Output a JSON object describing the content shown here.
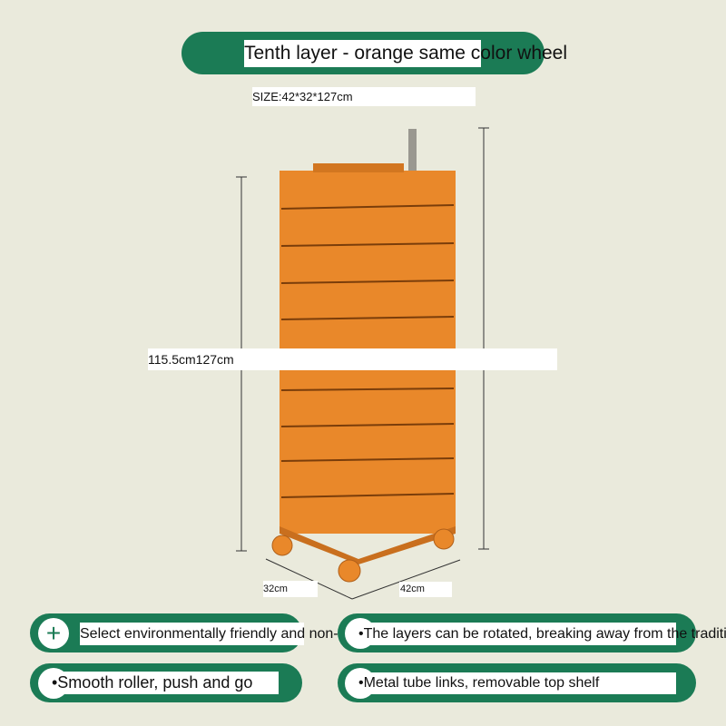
{
  "header": {
    "title": "Tenth layer - orange   same color wheel"
  },
  "size_label": "SIZE:42*32*127cm",
  "dimensions": {
    "height_label": "115.5cm127cm",
    "depth_label": "32cm",
    "width_label": "42cm"
  },
  "features": [
    {
      "icon": "plus-icon",
      "text": "Select environmentally friendly and non-toxi"
    },
    {
      "icon": "plus-icon",
      "text": "•The layers can be rotated, breaking away from the traditi"
    },
    {
      "icon": "plus-icon",
      "text": "•Smooth roller, push and go"
    },
    {
      "icon": "plus-icon",
      "text": "•Metal tube links, removable top shelf"
    }
  ],
  "colors": {
    "green": "#1b7b55",
    "orange": "#e9882a",
    "background": "#eaeadc"
  }
}
